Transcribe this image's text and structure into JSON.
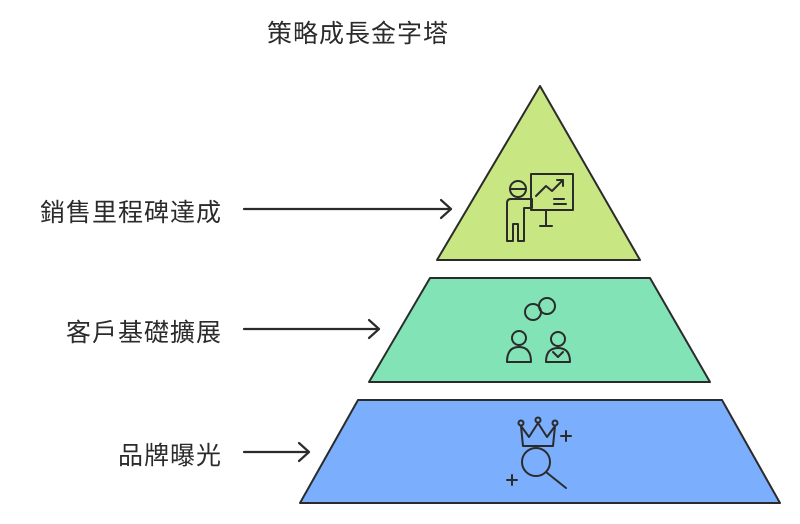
{
  "title": "策略成長金字塔",
  "levels": [
    {
      "label": "銷售里程碑達成",
      "color": "#c8e783",
      "icon": "presentation-growth-icon"
    },
    {
      "label": "客戶基礎擴展",
      "color": "#82e3b7",
      "icon": "customer-network-icon"
    },
    {
      "label": "品牌曝光",
      "color": "#7baefc",
      "icon": "crown-search-icon"
    }
  ],
  "colors": {
    "stroke": "#2b2b2b",
    "text": "#2b2b2b"
  }
}
